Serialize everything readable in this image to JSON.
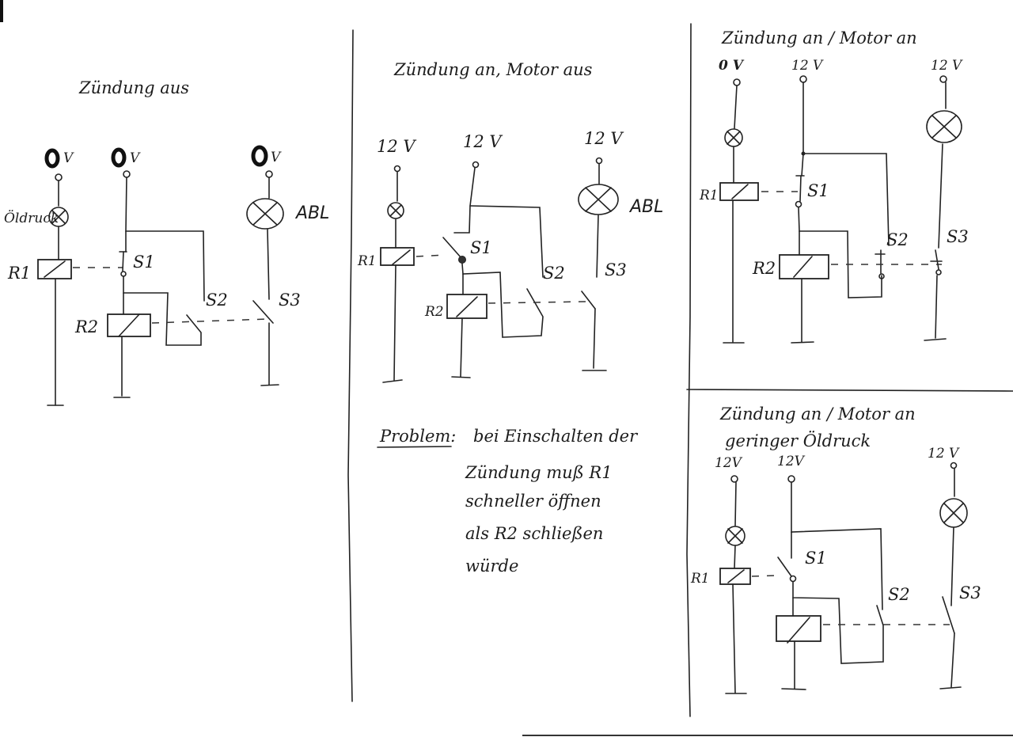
{
  "document": {
    "kind": "hand-drawn relay circuit sketches",
    "panels": [
      {
        "id": "zundung-aus",
        "title": "Zündung aus",
        "supplies": [
          "0 V",
          "0 V",
          "0 V"
        ],
        "lamp_left_label": "Öldruck",
        "lamp_right_label": "ABL",
        "relays": [
          "R1",
          "R2"
        ],
        "switches": [
          "S1",
          "S2",
          "S3"
        ]
      },
      {
        "id": "zundung-an-motor-aus",
        "title": "Zündung an, Motor aus",
        "supplies": [
          "12 V",
          "12 V",
          "12 V"
        ],
        "lamp_right_label": "ABL",
        "relays": [
          "R1",
          "R2"
        ],
        "switches": [
          "S1",
          "S2",
          "S3"
        ]
      },
      {
        "id": "zundung-an-motor-an",
        "title": "Zündung an / Motor an",
        "supplies": [
          "0 V",
          "12 V",
          "12 V"
        ],
        "relays": [
          "R1",
          "R2"
        ],
        "switches": [
          "S1",
          "S2",
          "S3"
        ]
      },
      {
        "id": "zundung-an-motor-an-geringer-oldruck",
        "title": "Zündung an / Motor an",
        "subtitle": "geringer Öldruck",
        "supplies": [
          "12V",
          "12V",
          "12 V"
        ],
        "relays": [
          "R1"
        ],
        "switches": [
          "S1",
          "S2",
          "S3"
        ]
      }
    ],
    "note": {
      "heading": "Problem:",
      "lines": [
        "bei Einschalten der",
        "Zündung muß R1",
        "schneller öffnen",
        "als R2 schließen",
        "würde"
      ]
    }
  }
}
